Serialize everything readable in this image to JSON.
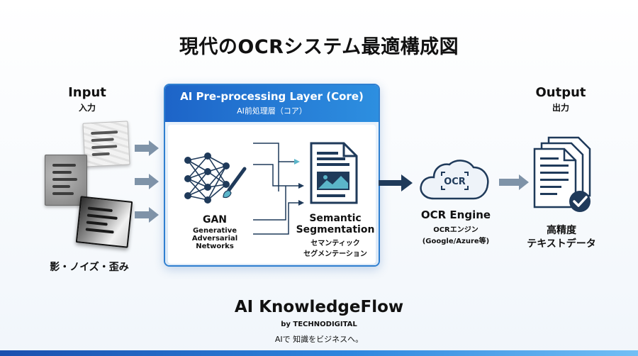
{
  "title": "現代のOCRシステム最適構成図",
  "input": {
    "en": "Input",
    "jp": "入力",
    "caption": "影・ノイズ・歪み"
  },
  "core": {
    "title_en": "AI Pre-processing Layer (Core)",
    "title_jp": "AI前処理層（コア）",
    "gan": {
      "title": "GAN",
      "line1": "Generative",
      "line2": "Adversarial",
      "line3": "Networks"
    },
    "seg": {
      "title1": "Semantic",
      "title2": "Segmentation",
      "jp1": "セマンティック",
      "jp2": "セグメンテーション"
    }
  },
  "ocr": {
    "cloud_text": "OCR",
    "title": "OCR Engine",
    "jp": "OCRエンジン",
    "sub": "(Google/Azure等)"
  },
  "output": {
    "en": "Output",
    "jp": "出力",
    "caption1": "高精度",
    "caption2": "テキストデータ"
  },
  "brand": {
    "name": "AI KnowledgeFlow",
    "by": "by TECHNODIGITAL",
    "tagline": "AIで 知識をビジネスへ。"
  },
  "colors": {
    "accent": "#2f7fd0",
    "dark_navy": "#1f3a5a",
    "arrow_gray": "#6c7f94",
    "teal": "#5bb5c9"
  }
}
